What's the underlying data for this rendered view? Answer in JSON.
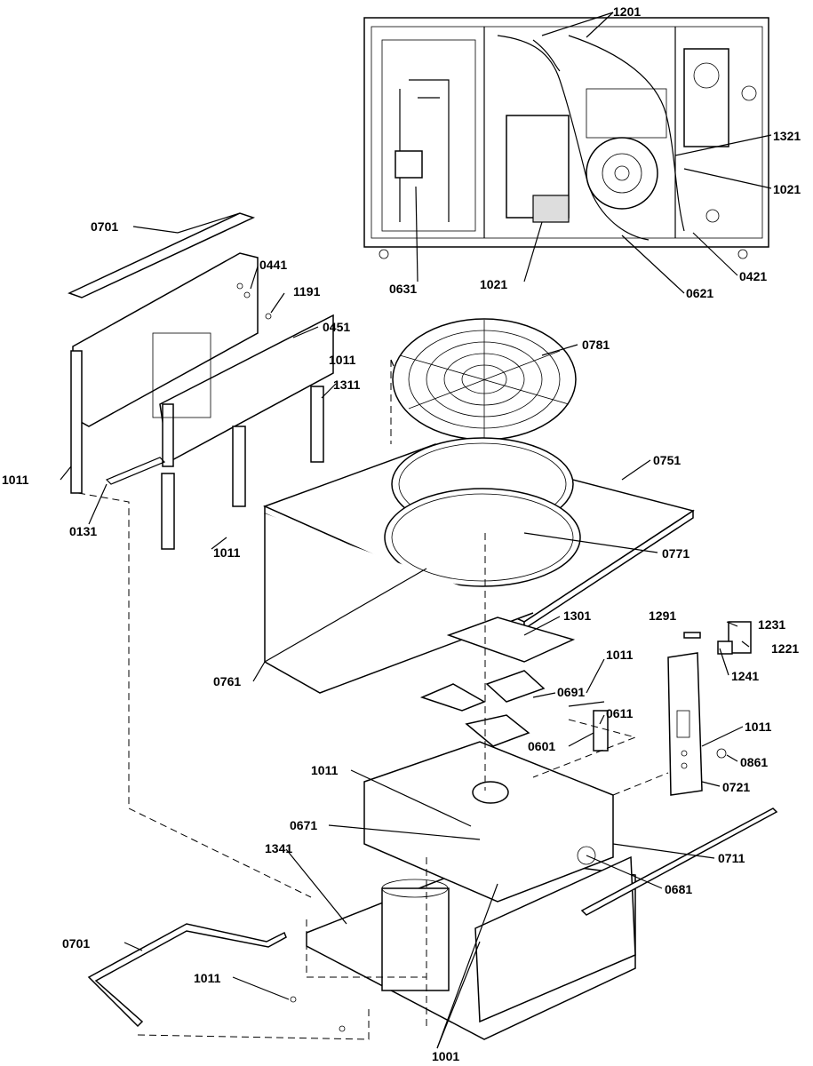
{
  "callouts": [
    {
      "id": "1201",
      "text": "1201"
    },
    {
      "id": "1321",
      "text": "1321"
    },
    {
      "id": "1021a",
      "text": "1021"
    },
    {
      "id": "0631",
      "text": "0631"
    },
    {
      "id": "1021b",
      "text": "1021"
    },
    {
      "id": "0621",
      "text": "0621"
    },
    {
      "id": "0421",
      "text": "0421"
    },
    {
      "id": "0701a",
      "text": "0701"
    },
    {
      "id": "0441",
      "text": "0441"
    },
    {
      "id": "1191",
      "text": "1191"
    },
    {
      "id": "0451",
      "text": "0451"
    },
    {
      "id": "1011a",
      "text": "1011"
    },
    {
      "id": "1311",
      "text": "1311"
    },
    {
      "id": "0781",
      "text": "0781"
    },
    {
      "id": "1011b",
      "text": "1011"
    },
    {
      "id": "0131",
      "text": "0131"
    },
    {
      "id": "1011c",
      "text": "1011"
    },
    {
      "id": "0751",
      "text": "0751"
    },
    {
      "id": "0771",
      "text": "0771"
    },
    {
      "id": "1301",
      "text": "1301"
    },
    {
      "id": "1291",
      "text": "1291"
    },
    {
      "id": "1231",
      "text": "1231"
    },
    {
      "id": "1221",
      "text": "1221"
    },
    {
      "id": "1241",
      "text": "1241"
    },
    {
      "id": "0761",
      "text": "0761"
    },
    {
      "id": "0691",
      "text": "0691"
    },
    {
      "id": "1011d",
      "text": "1011"
    },
    {
      "id": "0611",
      "text": "0611"
    },
    {
      "id": "0601",
      "text": "0601"
    },
    {
      "id": "1011e",
      "text": "1011"
    },
    {
      "id": "0861",
      "text": "0861"
    },
    {
      "id": "0721",
      "text": "0721"
    },
    {
      "id": "1011f",
      "text": "1011"
    },
    {
      "id": "0671",
      "text": "0671"
    },
    {
      "id": "1341",
      "text": "1341"
    },
    {
      "id": "0711",
      "text": "0711"
    },
    {
      "id": "0681",
      "text": "0681"
    },
    {
      "id": "0701b",
      "text": "0701"
    },
    {
      "id": "1011g",
      "text": "1011"
    },
    {
      "id": "1001",
      "text": "1001"
    }
  ]
}
